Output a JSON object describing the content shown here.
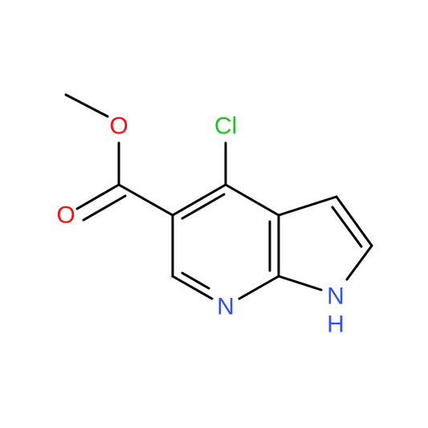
{
  "colors": {
    "background": "#ffffff",
    "bond": "#000000",
    "oxygen": "#ff0d0d",
    "nitrogen": "#3050f8",
    "chlorine": "#1fc31f"
  },
  "atoms": {
    "chlorine": "Cl",
    "ester_oxygen": "O",
    "carbonyl_oxygen": "O",
    "pyridine_nitrogen": "N",
    "pyrrole_nitrogen": "N",
    "pyrrole_hydrogen": "H"
  }
}
